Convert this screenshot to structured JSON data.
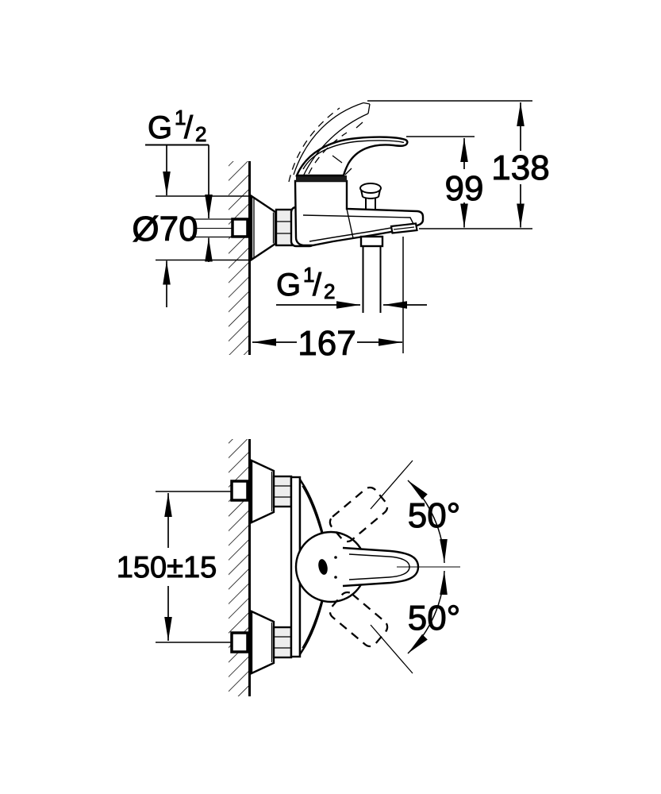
{
  "colors": {
    "background": "#ffffff",
    "line": "#000000"
  },
  "side_view": {
    "dimensions": {
      "inlet_thread": {
        "prefix": "G",
        "sup": "1",
        "slash": "/",
        "sub": "2"
      },
      "escutcheon_diameter": "Ø70",
      "height_to_handle": "99",
      "height_total": "138",
      "shower_outlet_thread": {
        "prefix": "G",
        "sup": "1",
        "slash": "/",
        "sub": "2"
      },
      "projection": "167"
    }
  },
  "plan_view": {
    "dimensions": {
      "connection_distance": "150±15",
      "swivel_angle_upper": "50°",
      "swivel_angle_lower": "50°"
    }
  }
}
